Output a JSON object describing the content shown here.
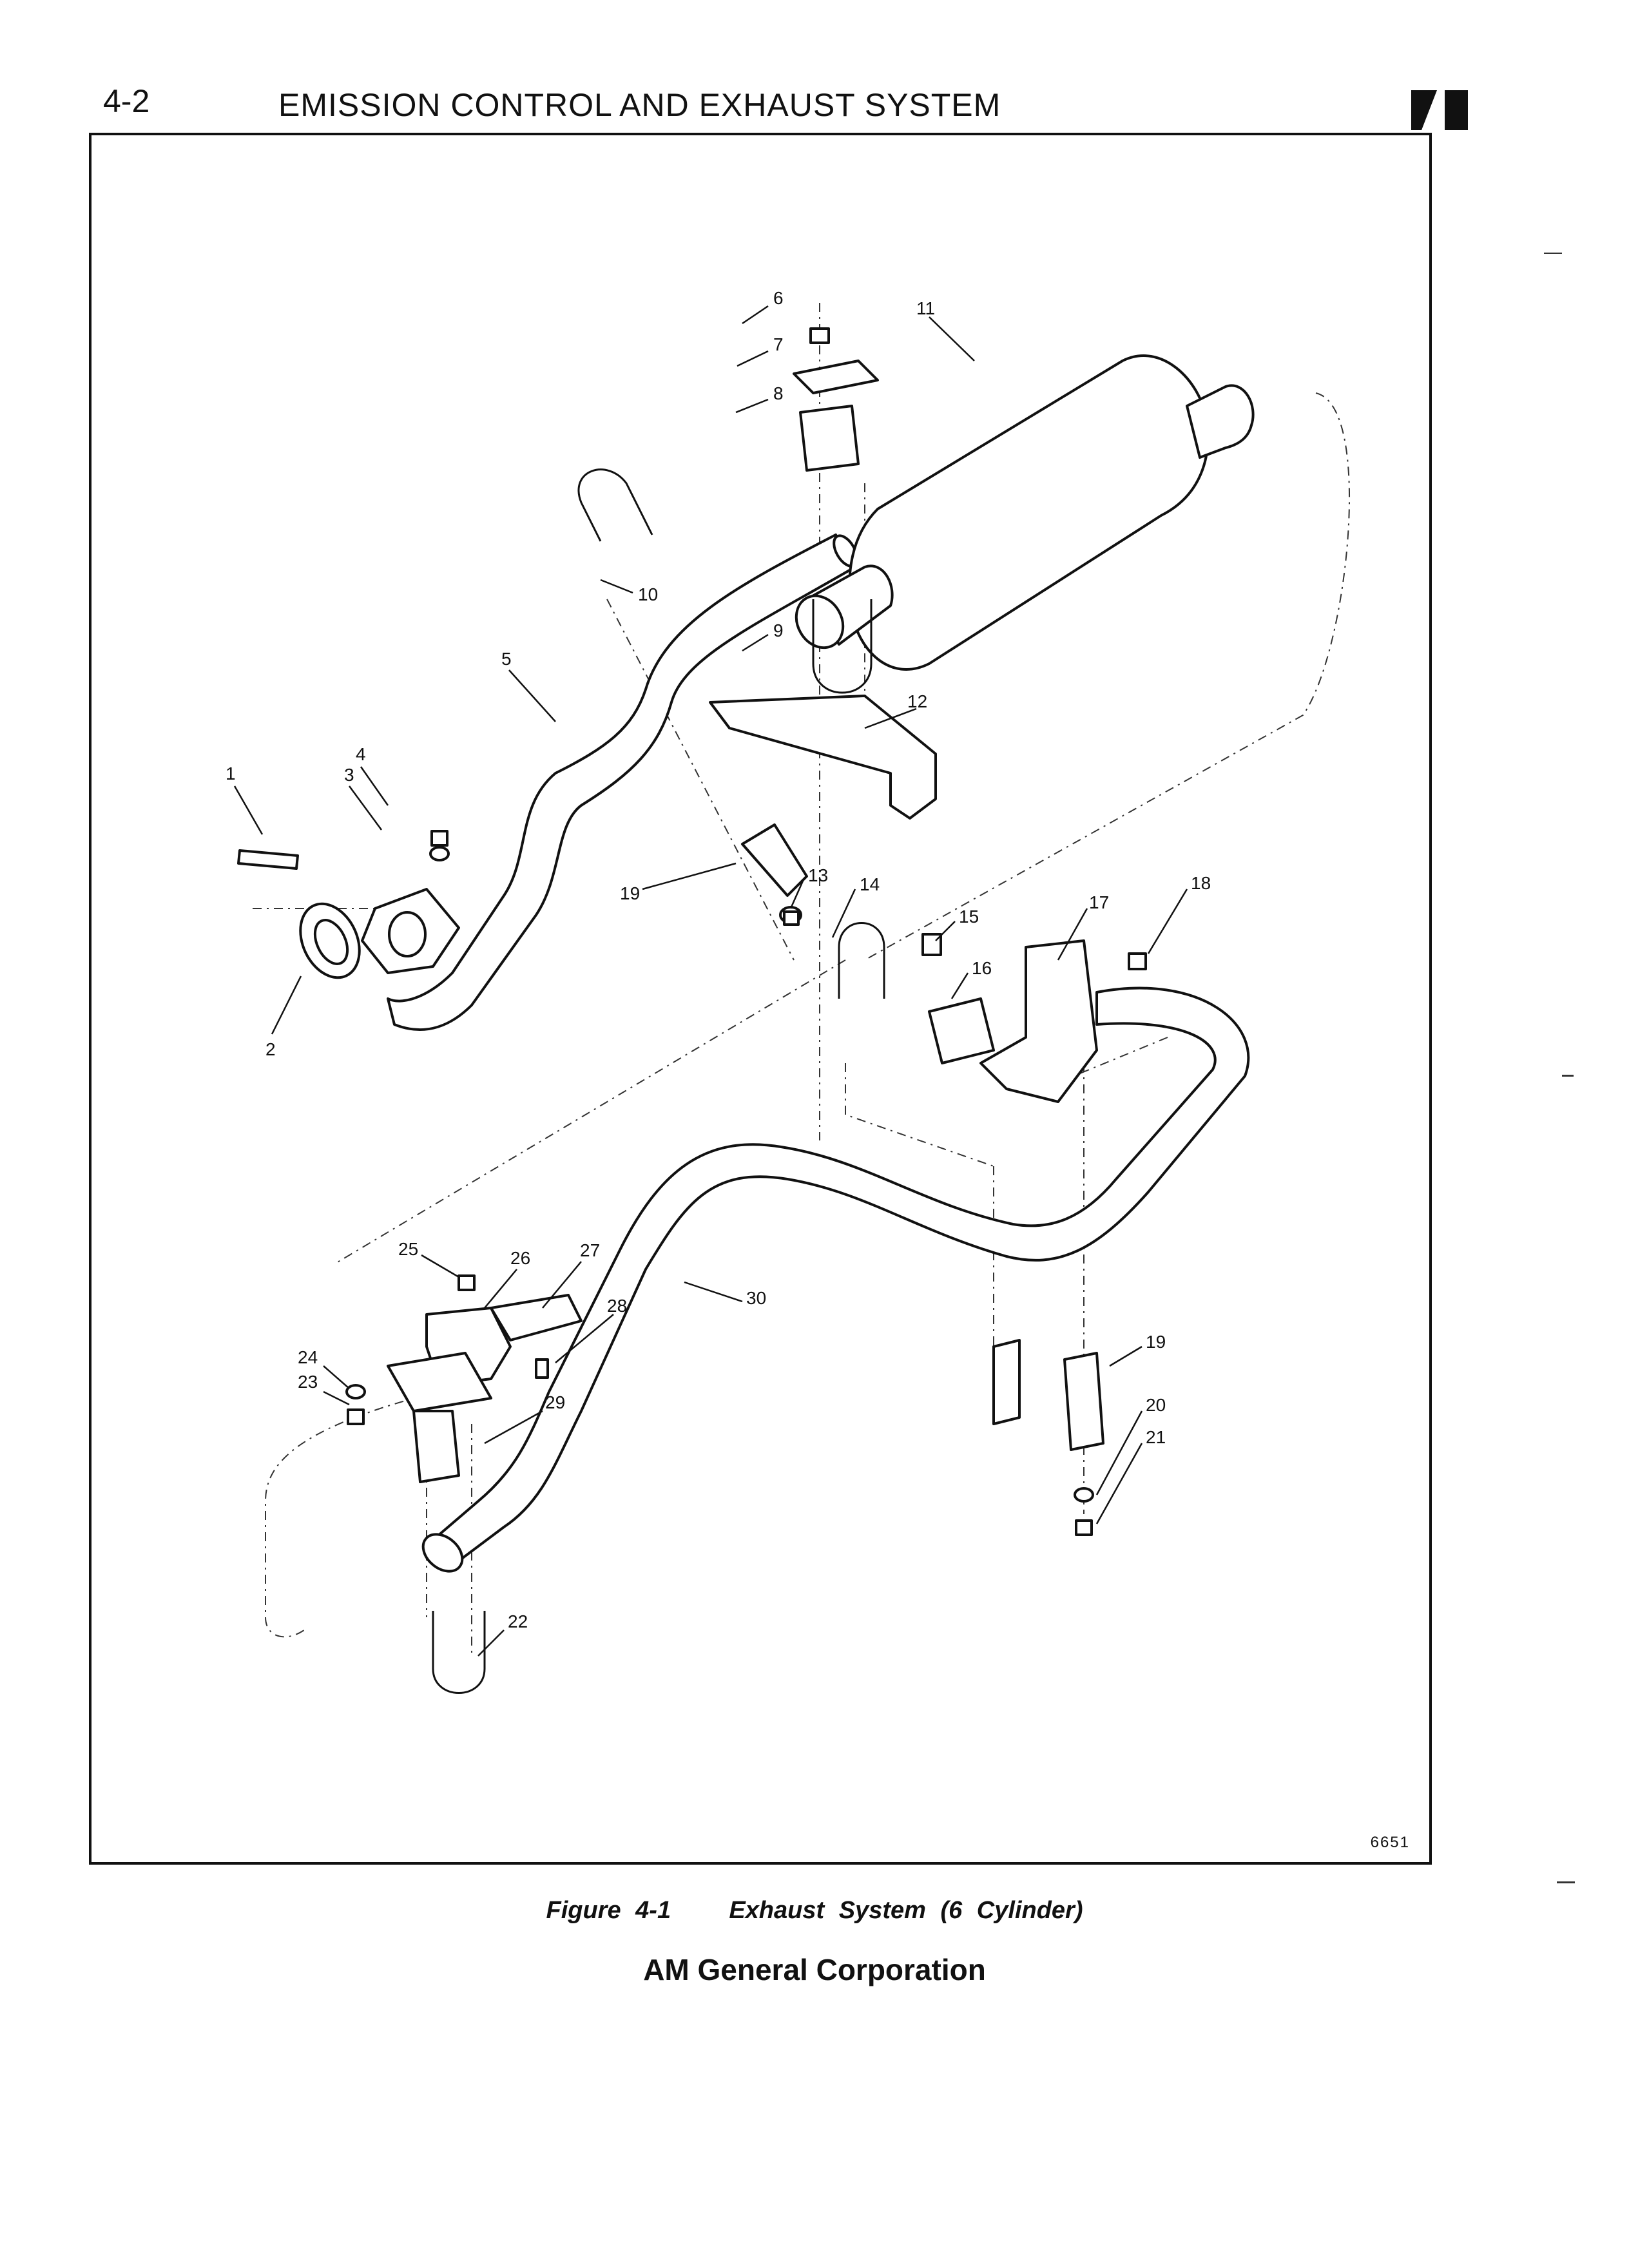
{
  "header": {
    "page_number": "4-2",
    "section_title": "EMISSION CONTROL AND EXHAUST SYSTEM"
  },
  "figure": {
    "drawing_number": "6651",
    "caption_prefix": "Figure 4-1",
    "caption_title": "Exhaust System (6 Cylinder)",
    "callouts": [
      "1",
      "2",
      "3",
      "4",
      "5",
      "6",
      "7",
      "8",
      "9",
      "10",
      "11",
      "12",
      "13",
      "14",
      "15",
      "16",
      "17",
      "18",
      "19",
      "19",
      "20",
      "21",
      "22",
      "23",
      "24",
      "25",
      "26",
      "27",
      "28",
      "29",
      "30"
    ]
  },
  "footer": {
    "publisher": "AM General Corporation"
  }
}
